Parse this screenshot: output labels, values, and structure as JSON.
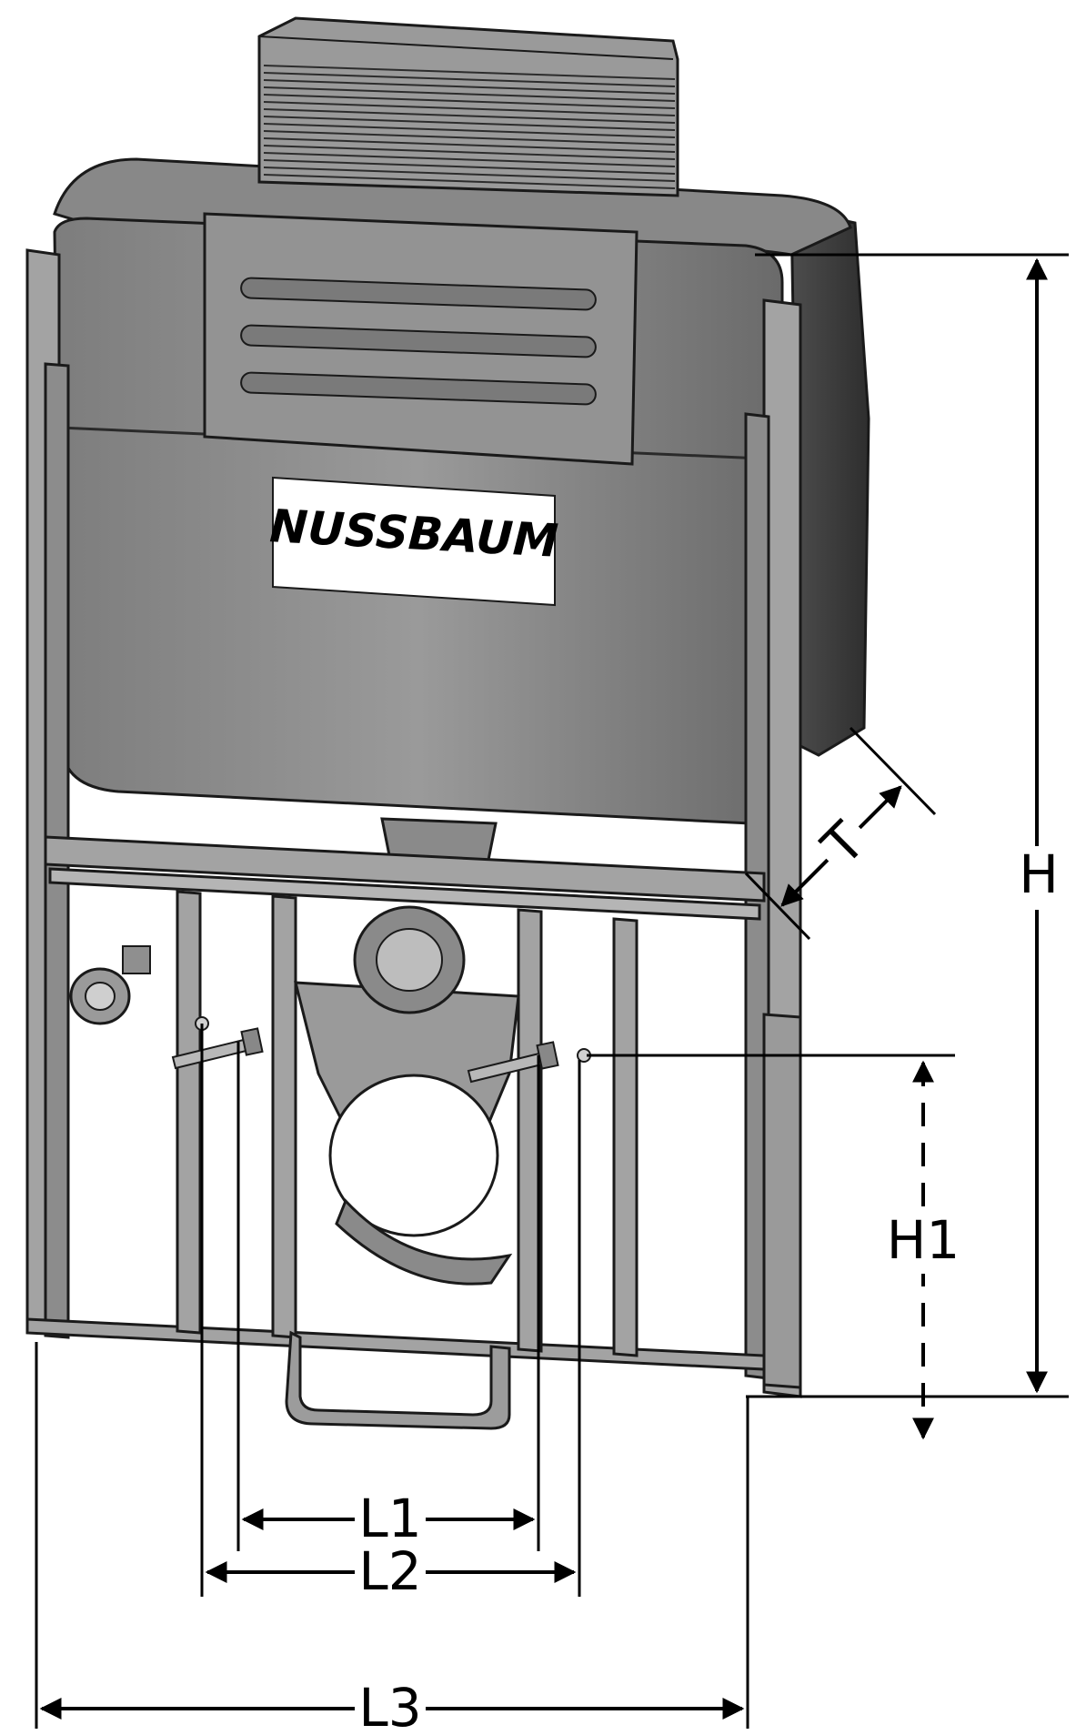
{
  "brand": {
    "logo_text": "NUSSBAUM"
  },
  "dimensions": {
    "height": "H",
    "outlet_height": "H1",
    "depth": "T",
    "bolt_spacing_inner": "L1",
    "bolt_spacing_outer": "L2",
    "frame_width": "L3"
  },
  "colors": {
    "body": "#8f8f8f",
    "body_dark": "#5e5e5e",
    "frame": "#a6a6a6",
    "outline": "#1a1a1a",
    "dimension": "#000000",
    "logo_bg": "#ffffff"
  }
}
